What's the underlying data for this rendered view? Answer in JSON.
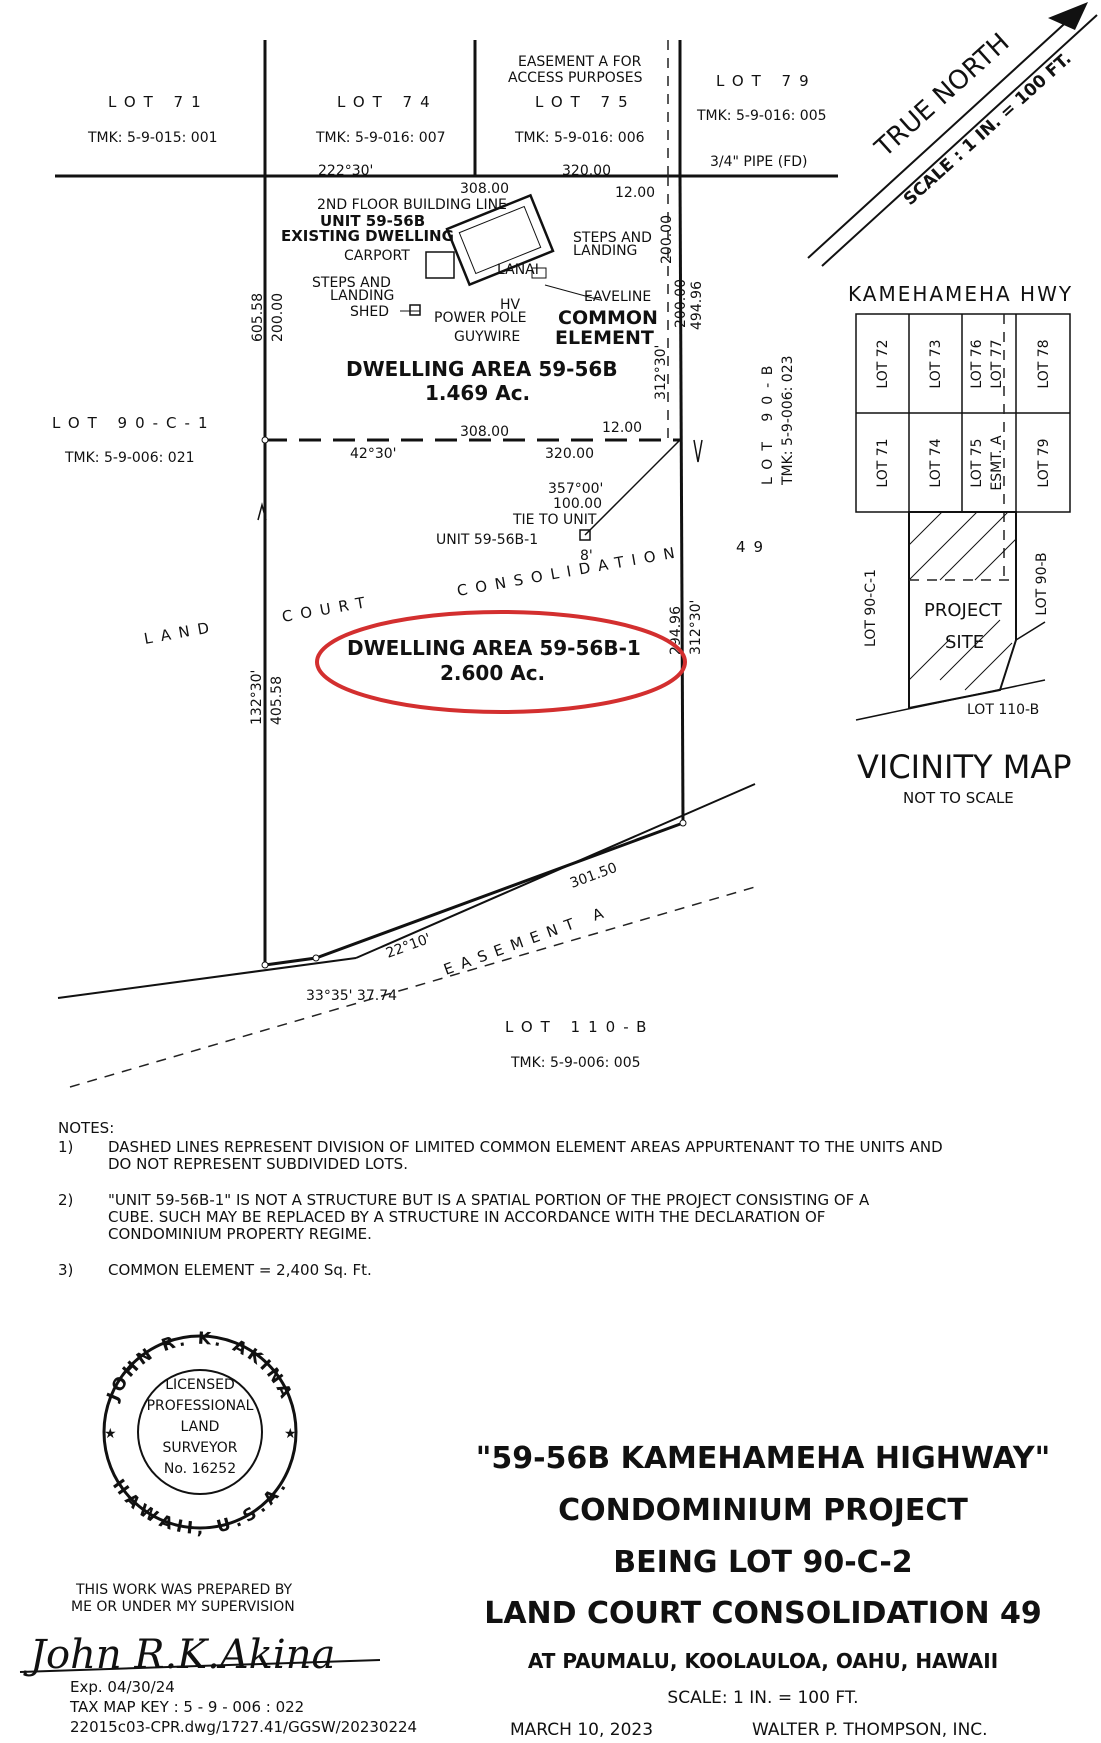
{
  "adjoining": {
    "lot71": "LOT 71",
    "lot71_tmk": "TMK: 5-9-015: 001",
    "lot74": "LOT 74",
    "lot74_tmk": "TMK: 5-9-016: 007",
    "lot75": "LOT 75",
    "lot75_tmk": "TMK: 5-9-016: 006",
    "lot79": "LOT 79",
    "lot79_tmk": "TMK: 5-9-016: 005",
    "lot90c1": "LOT 90-C-1",
    "lot90c1_tmk": "TMK: 5-9-006: 021",
    "lot90b": "LOT 90-B",
    "lot90b_tmk": "TMK: 5-9-006: 023",
    "lot110b": "LOT 110-B",
    "lot110b_tmk": "TMK: 5-9-006: 005",
    "land": "LAND",
    "court": "COURT",
    "consolidation": "CONSOLIDATION",
    "num49": "49",
    "easement_a": "EASEMENT A",
    "easement_a_note": [
      "EASEMENT A FOR",
      "ACCESS PURPOSES"
    ],
    "pipe": "3/4\" PIPE (FD)"
  },
  "dims": {
    "top1": "222°30'",
    "top2": "308.00",
    "top3": "320.00",
    "top4": "12.00",
    "mid1": "308.00",
    "mid2": "42°30'",
    "mid3": "320.00",
    "mid4": "12.00",
    "left_a": "605.58",
    "left_b": "200.00",
    "right_a": "200.00",
    "right_b": "200.00",
    "right_c": "494.96",
    "right_d": "312°30'",
    "left2_a": "132°30'",
    "left2_b": "405.58",
    "right2_a": "294.96",
    "right2_b": "312°30'",
    "tie1": "357°00'",
    "tie2": "100.00",
    "tie3": "TIE TO UNIT",
    "unit_label": "UNIT 59-56B-1",
    "eight": "8'",
    "bottom1": "301.50",
    "bottom2": "22°10'",
    "bottom3": "33°35' 37.74"
  },
  "building": {
    "floor_line": "2ND FLOOR BUILDING LINE",
    "unit": "UNIT 59-56B",
    "existing": "EXISTING DWELLING",
    "carport": "CARPORT",
    "lanai": "LANAI",
    "steps1": [
      "STEPS AND",
      "LANDING"
    ],
    "steps2": [
      "STEPS AND",
      "LANDING"
    ],
    "shed": "SHED",
    "hv": "HV",
    "power_pole": "POWER POLE",
    "guywire": "GUYWIRE",
    "eaveline": "EAVELINE",
    "common": [
      "COMMON",
      "ELEMENT"
    ]
  },
  "areas": {
    "area1_name": "DWELLING AREA 59-56B",
    "area1_size": "1.469 Ac.",
    "area2_name": "DWELLING AREA 59-56B-1",
    "area2_size": "2.600 Ac."
  },
  "north": {
    "label": "TRUE NORTH",
    "scale": "SCALE : 1 IN. = 100 FT."
  },
  "vicinity": {
    "road": "KAMEHAMEHA HWY",
    "top_row": [
      "LOT 72",
      "LOT 73",
      "LOT 76",
      "LOT 77",
      "LOT 78"
    ],
    "bottom_row": [
      "LOT 71",
      "LOT 74",
      "LOT 75",
      "ESMT. A",
      "LOT 79"
    ],
    "lot90c1": "LOT 90-C-1",
    "lot90b": "LOT 90-B",
    "project": [
      "PROJECT",
      "SITE"
    ],
    "lot110b": "LOT 110-B",
    "title": "VICINITY MAP",
    "subtitle": "NOT TO SCALE"
  },
  "notes": {
    "heading": "NOTES:",
    "items": [
      {
        "num": "1)",
        "lines": [
          "DASHED LINES REPRESENT DIVISION OF LIMITED COMMON ELEMENT AREAS APPURTENANT  TO THE UNITS AND",
          "DO NOT REPRESENT SUBDIVIDED LOTS."
        ]
      },
      {
        "num": "2)",
        "lines": [
          "\"UNIT 59-56B-1\" IS NOT A STRUCTURE BUT IS A SPATIAL PORTION OF THE PROJECT CONSISTING OF A",
          "CUBE. SUCH MAY BE REPLACED BY A STRUCTURE IN ACCORDANCE WITH THE DECLARATION OF",
          "CONDOMINIUM PROPERTY REGIME."
        ]
      },
      {
        "num": "3)",
        "lines": [
          "COMMON ELEMENT = 2,400 Sq. Ft."
        ]
      }
    ]
  },
  "seal": {
    "ring_top": "JOHN R. K. AKINA",
    "ring_bottom": "HAWAII, U.S.A.",
    "lines": [
      "LICENSED",
      "PROFESSIONAL",
      "LAND",
      "SURVEYOR",
      "No. 16252"
    ]
  },
  "cert": {
    "line1": "THIS WORK WAS PREPARED BY",
    "line2": "ME OR UNDER MY SUPERVISION",
    "signature": "John R.K.Akina",
    "exp": "Exp. 04/30/24",
    "tmk": "TAX MAP KEY : 5 - 9 - 006 : 022",
    "file": "22015c03-CPR.dwg/1727.41/GGSW/20230224"
  },
  "title": {
    "line1": "\"59-56B KAMEHAMEHA HIGHWAY\"",
    "line2": "CONDOMINIUM PROJECT",
    "line3": "BEING LOT 90-C-2",
    "line4": "LAND COURT CONSOLIDATION 49",
    "line5": "AT PAUMALU, KOOLAULOA, OAHU, HAWAII",
    "scale": "SCALE: 1 IN. = 100 FT.",
    "date": "MARCH 10, 2023",
    "surveyor": "WALTER P. THOMPSON, INC."
  },
  "colors": {
    "ink": "#111111",
    "highlight": "#d32f2f"
  }
}
